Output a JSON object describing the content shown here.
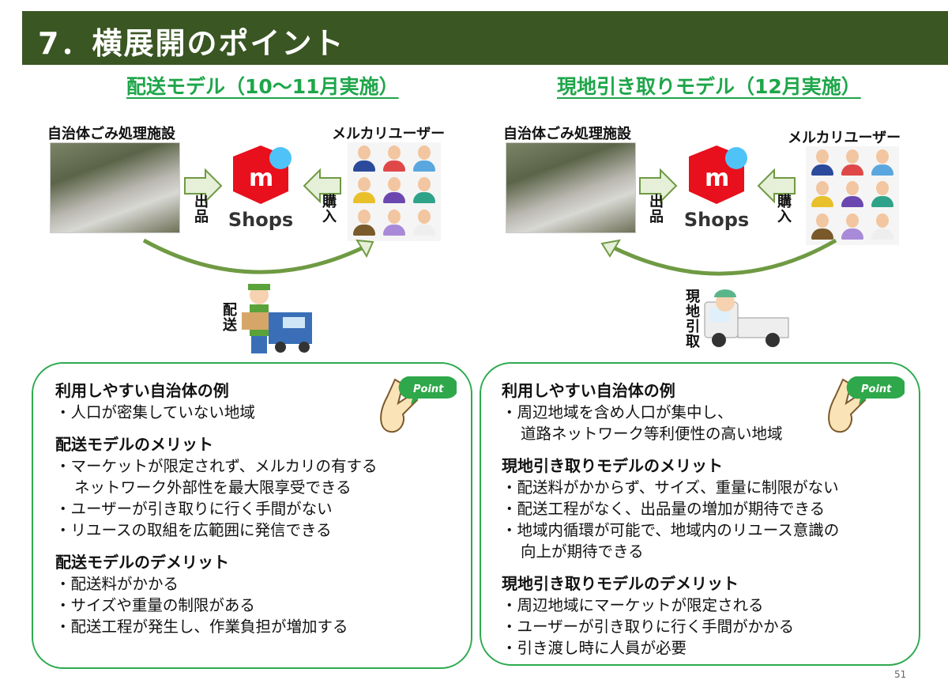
{
  "header": {
    "title": "7．横展開のポイント"
  },
  "left": {
    "subtitle": "配送モデル（10〜11月実施）",
    "facility_label": "自治体ごみ処理施設",
    "users_label": "メルカリユーザー",
    "list_label": "出品",
    "buy_label": "購入",
    "ship_label": "配送",
    "shops_logo": "Shops",
    "box": {
      "h1": "利用しやすい自治体の例",
      "l1": "・人口が密集していない地域",
      "h2": "配送モデルのメリット",
      "m1a": "・マーケットが限定されず、メルカリの有する",
      "m1b": "ネットワーク外部性を最大限享受できる",
      "m2": "・ユーザーが引き取りに行く手間がない",
      "m3": "・リユースの取組を広範囲に発信できる",
      "h3": "配送モデルのデメリット",
      "d1": "・配送料がかかる",
      "d2": "・サイズや重量の制限がある",
      "d3": "・配送工程が発生し、作業負担が増加する"
    }
  },
  "right": {
    "subtitle": "現地引き取りモデル（12月実施）",
    "facility_label": "自治体ごみ処理施設",
    "users_label": "メルカリユーザー",
    "list_label": "出品",
    "buy_label": "購入",
    "pickup_label": "現地引取",
    "shops_logo": "Shops",
    "box": {
      "h1": "利用しやすい自治体の例",
      "l1a": "・周辺地域を含め人口が集中し、",
      "l1b": "道路ネットワーク等利便性の高い地域",
      "h2": "現地引き取りモデルのメリット",
      "m1": "・配送料がかからず、サイズ、重量に制限がない",
      "m2": "・配送工程がなく、出品量の増加が期待できる",
      "m3a": "・地域内循環が可能で、地域内のリユース意識の",
      "m3b": "向上が期待できる",
      "h3": "現地引き取りモデルのデメリット",
      "d1": "・周辺地域にマーケットが限定される",
      "d2": "・ユーザーが引き取りに行く手間がかかる",
      "d3": "・引き渡し時に人員が必要"
    }
  },
  "point_badge": "Point",
  "page_number": "51",
  "colors": {
    "header": "#3a5623",
    "subtitle": "#1ea64a",
    "border": "#2eaa4f",
    "mercari_red": "#e8101c",
    "mercari_blue": "#4fc3f7"
  }
}
